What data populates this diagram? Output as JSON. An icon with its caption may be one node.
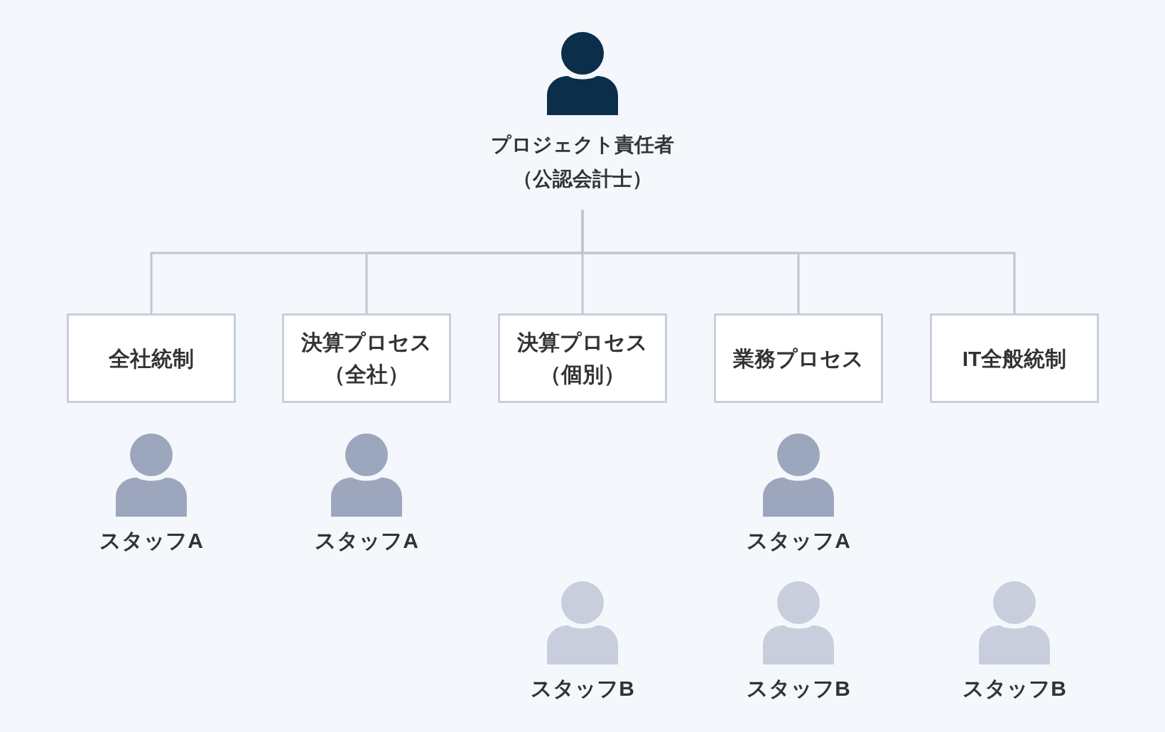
{
  "diagram": {
    "nodes": [
      {
        "text": [
          "プロジェクト責任者（公認会計士）"
        ]
      },
      {
        "text": [
          "全社統制"
        ]
      },
      {
        "text": [
          "決算プロセス（全社）"
        ]
      },
      {
        "text": [
          "決算プロセス（個別）"
        ]
      },
      {
        "text": [
          "業務プロセス"
        ]
      },
      {
        "text": [
          "IT全般統制"
        ]
      },
      {
        "text": [
          "スタッフA"
        ]
      },
      {
        "text": [
          "スタッフA"
        ]
      },
      {
        "text": [
          "スタッフA"
        ]
      },
      {
        "text": [
          "スタッフB"
        ]
      },
      {
        "text": [
          "スタッフB"
        ]
      },
      {
        "text": [
          "スタッフB"
        ]
      }
    ],
    "edges": [
      {
        "from": 0,
        "to": 1,
        "arrow": "none"
      },
      {
        "from": 0,
        "to": 2,
        "arrow": "none"
      },
      {
        "from": 0,
        "to": 3,
        "arrow": "none"
      },
      {
        "from": 0,
        "to": 4,
        "arrow": "none"
      },
      {
        "from": 0,
        "to": 5,
        "arrow": "none"
      }
    ]
  }
}
